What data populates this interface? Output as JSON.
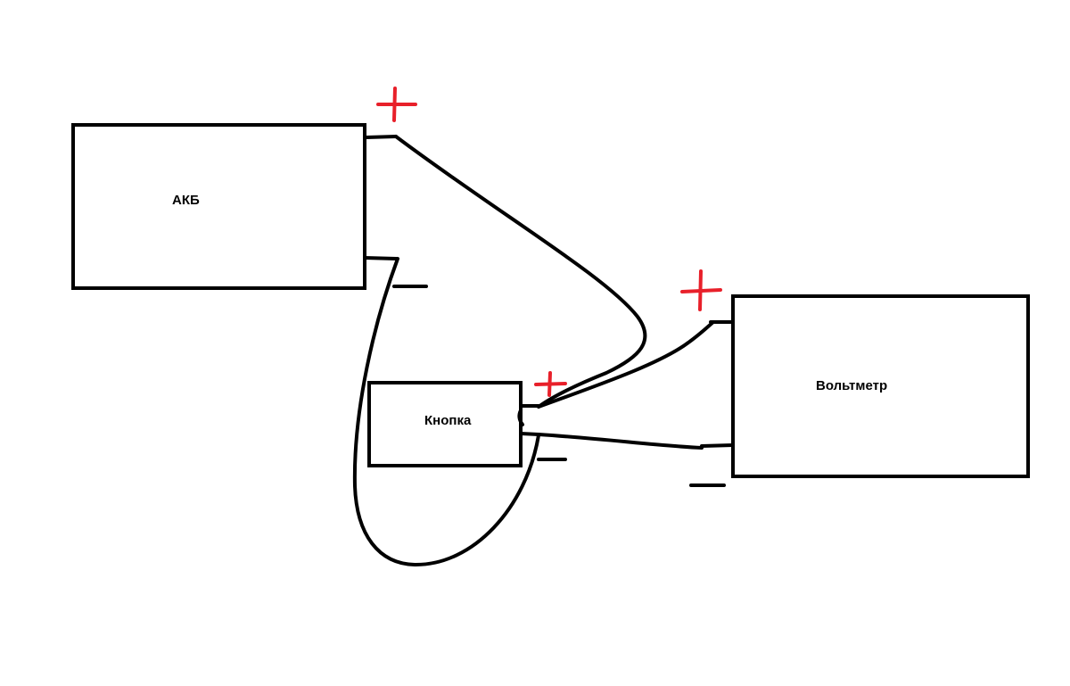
{
  "components": {
    "battery": {
      "label": "АКБ"
    },
    "button": {
      "label": "Кнопка"
    },
    "voltmeter": {
      "label": "Вольтметр"
    }
  },
  "polarity": {
    "plus_color": "#e8202a",
    "minus_color": "#000000"
  },
  "wire_color": "#000000"
}
